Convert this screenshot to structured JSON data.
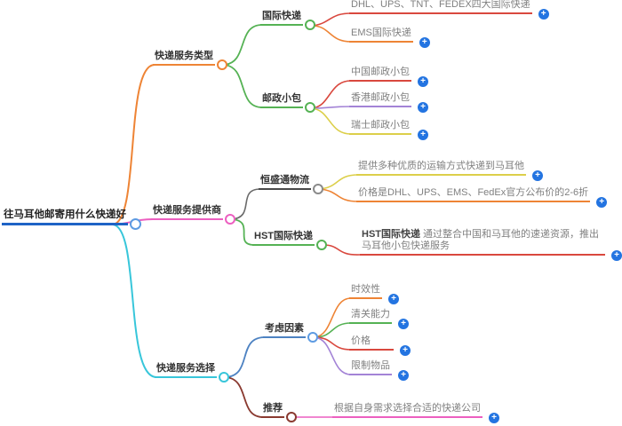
{
  "root": {
    "label": "往马耳他邮寄用什么快递好"
  },
  "branches": [
    {
      "label": "快递服务类型",
      "children": [
        {
          "label": "国际快递",
          "children": [
            {
              "label": "DHL、UPS、TNT、FEDEX四大国际快递"
            },
            {
              "label": "EMS国际快递"
            }
          ]
        },
        {
          "label": "邮政小包",
          "children": [
            {
              "label": "中国邮政小包"
            },
            {
              "label": "香港邮政小包"
            },
            {
              "label": "瑞士邮政小包"
            }
          ]
        }
      ]
    },
    {
      "label": "快递服务提供商",
      "children": [
        {
          "label": "恒盛通物流",
          "children": [
            {
              "label": "提供多种优质的运输方式快递到马耳他"
            },
            {
              "label": "价格是DHL、UPS、EMS、FedEx官方公布价的2-6折"
            }
          ]
        },
        {
          "label": "HST国际快递",
          "children": [
            {
              "label_bold": "HST国际快递",
              "label_rest": " 通过整合中国和马耳他的速递资源，推出马耳他小包快递服务"
            }
          ]
        }
      ]
    },
    {
      "label": "快递服务选择",
      "children": [
        {
          "label": "考虑因素",
          "children": [
            {
              "label": "时效性"
            },
            {
              "label": "清关能力"
            },
            {
              "label": "价格"
            },
            {
              "label": "限制物品"
            }
          ]
        },
        {
          "label": "推荐",
          "children": [
            {
              "label": "根据自身需求选择合适的快递公司"
            }
          ]
        }
      ]
    }
  ],
  "expand_button": {
    "symbol": "+"
  },
  "colors": {
    "root_blue": "#1f63c6",
    "root_circle_blue": "#5d9be2",
    "orange": "#ee8435",
    "pink": "#ec5fc0",
    "cyan": "#38c6da",
    "green": "#55b254",
    "red": "#d9483e",
    "purple": "#a383d6",
    "yellow": "#dccf4a",
    "gray": "#555555",
    "steel_blue": "#4d82c2",
    "maroon": "#8a3a30",
    "plus_blue": "#2374e1",
    "node_text": "#333333",
    "leaf_text": "#808080"
  }
}
